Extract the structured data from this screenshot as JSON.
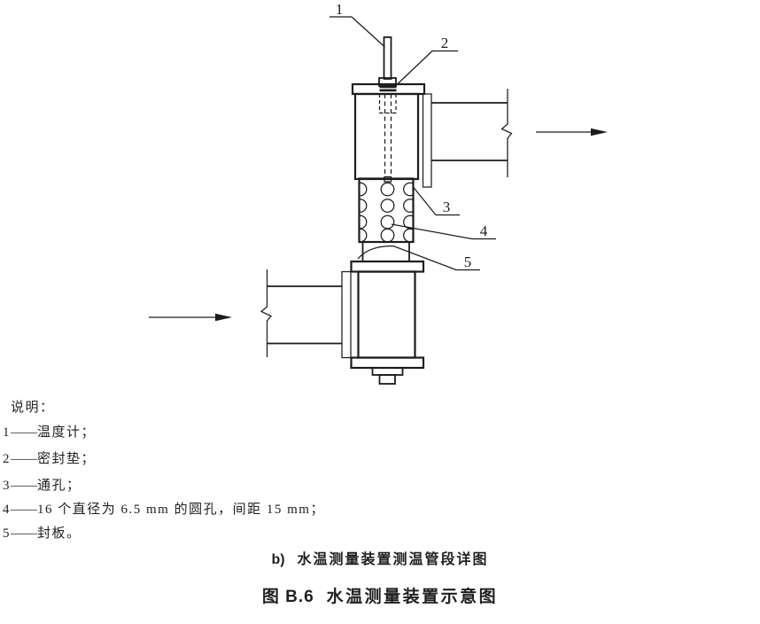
{
  "colors": {
    "background": "#ffffff",
    "line": "#1c1c1c",
    "text": "#1f1f1f"
  },
  "callouts": [
    {
      "label": "1"
    },
    {
      "label": "2"
    },
    {
      "label": "3"
    },
    {
      "label": "4"
    },
    {
      "label": "5"
    }
  ],
  "legend": {
    "title": "说明：",
    "items": [
      {
        "num": "1",
        "dash": "——",
        "text": "温度计；"
      },
      {
        "num": "2",
        "dash": "——",
        "text": "密封垫；"
      },
      {
        "num": "3",
        "dash": "——",
        "text": "通孔；"
      },
      {
        "num": "4",
        "dash": "——",
        "text": "16 个直径为 6.5 mm 的圆孔，间距 15 mm；"
      },
      {
        "num": "5",
        "dash": "——",
        "text": "封板。"
      }
    ]
  },
  "captions": {
    "sub": {
      "prefix": "b)",
      "text": "水温测量装置测温管段详图"
    },
    "main": {
      "prefix": "图 B.6",
      "text": "水温测量装置示意图"
    }
  }
}
